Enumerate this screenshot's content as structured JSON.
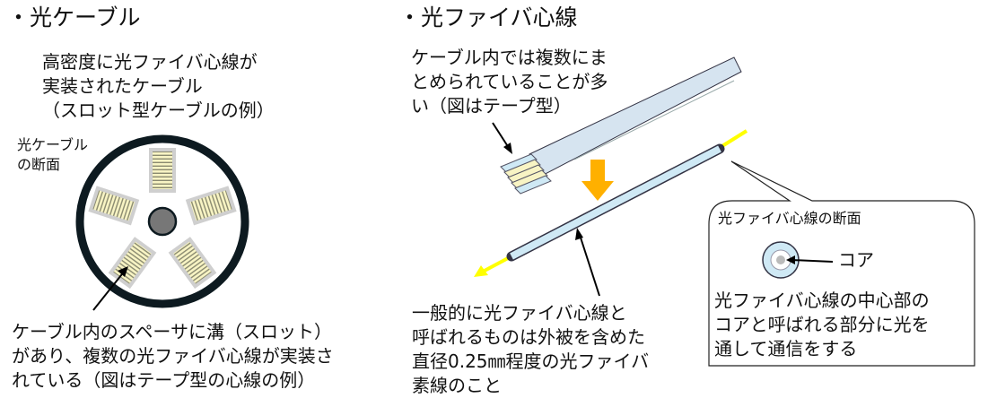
{
  "left": {
    "title": "・光ケーブル",
    "desc": [
      "高密度に光ファイバ心線が",
      "実装されたケーブル",
      "（スロット型ケーブルの例）"
    ],
    "section_label": [
      "光ケーブル",
      "の断面"
    ],
    "caption": [
      "ケーブル内のスペーサに溝（スロット）",
      "があり、複数の光ファイバ心線が実装さ",
      "れている（図はテープ型の心線の例）"
    ]
  },
  "right": {
    "title": "・光ファイバ心線",
    "tape_note": [
      "ケーブル内では複数にま",
      "とめられていることが多",
      "い（図はテープ型）"
    ],
    "fiber_note": [
      "一般的に光ファイバ心線と",
      "呼ばれるものは外被を含めた",
      "直径0.25㎜程度の光ファイバ",
      "素線のこと"
    ],
    "callout": {
      "title": "光ファイバ心線の断面",
      "core_label": "コア",
      "body": [
        "光ファイバ心線の中心部の",
        "コアと呼ばれる部分に光を",
        "通して通信をする"
      ]
    }
  },
  "colors": {
    "fiber_coating": "#cfe9f5",
    "core_light": "#ffff00",
    "arrow_orange": "#ffb000",
    "slot_fill": "#f8f4c4"
  }
}
